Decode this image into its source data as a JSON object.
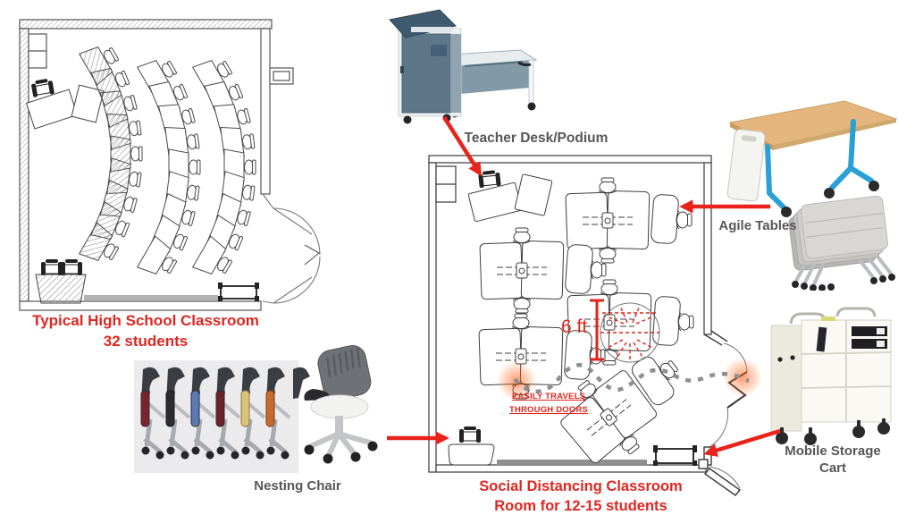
{
  "colors": {
    "accent_red": "#e0251c",
    "label_gray": "#575757",
    "plan_line": "#3f3f3f",
    "path_dots_gray": "#8f8f8f",
    "glow_orange": "#ff5a1f",
    "podium_blue": "#5e7788",
    "agile_leg_blue": "#2aa0d8",
    "agile_top_wood": "#e4b67d",
    "cart_cream": "#f1f0ea"
  },
  "typical_classroom": {
    "caption_line1": "Typical High School Classroom",
    "caption_line2": "32 students"
  },
  "products": {
    "teacher_desk": {
      "label": "Teacher Desk/Podium"
    },
    "agile_tables": {
      "label": "Agile Tables"
    },
    "nesting_chair": {
      "label": "Nesting Chair"
    },
    "mobile_storage_cart": {
      "label_line1": "Mobile Storage",
      "label_line2": "Cart"
    }
  },
  "social_classroom": {
    "caption_line1": "Social Distancing Classroom",
    "caption_line2": "Room for 12-15 students",
    "distance_label": "6 ft",
    "travel_note_line1": "EASILY TRAVELS",
    "travel_note_line2": "THROUGH DOORS"
  }
}
